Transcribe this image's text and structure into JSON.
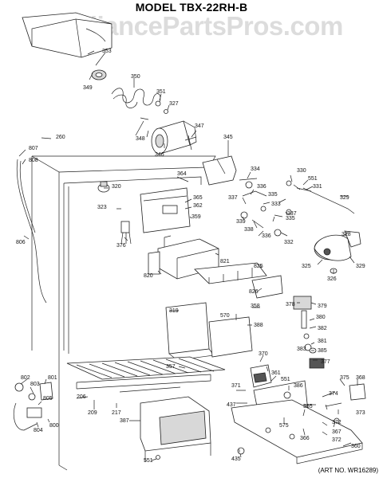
{
  "title": "MODEL TBX-22RH-B",
  "watermark": "AppliancePartsPros.com",
  "art_no": "(ART NO. WR16289)",
  "callouts": [
    {
      "id": "c353",
      "label": "353"
    },
    {
      "id": "c349",
      "label": "349"
    },
    {
      "id": "c350",
      "label": "350"
    },
    {
      "id": "c351a",
      "label": "351"
    },
    {
      "id": "c327",
      "label": "327"
    },
    {
      "id": "c347",
      "label": "347"
    },
    {
      "id": "c348",
      "label": "348"
    },
    {
      "id": "c346",
      "label": "346"
    },
    {
      "id": "c260",
      "label": "260"
    },
    {
      "id": "c807",
      "label": "807"
    },
    {
      "id": "c808",
      "label": "808"
    },
    {
      "id": "c345",
      "label": "345"
    },
    {
      "id": "c364",
      "label": "364"
    },
    {
      "id": "c320",
      "label": "320"
    },
    {
      "id": "c334",
      "label": "334"
    },
    {
      "id": "c330",
      "label": "330"
    },
    {
      "id": "c551a",
      "label": "551"
    },
    {
      "id": "c331",
      "label": "331"
    },
    {
      "id": "c336a",
      "label": "336"
    },
    {
      "id": "c337a",
      "label": "337"
    },
    {
      "id": "c335a",
      "label": "335"
    },
    {
      "id": "c329a",
      "label": "329"
    },
    {
      "id": "c365",
      "label": "365"
    },
    {
      "id": "c362",
      "label": "362"
    },
    {
      "id": "c323",
      "label": "323"
    },
    {
      "id": "c359",
      "label": "359"
    },
    {
      "id": "c333",
      "label": "333"
    },
    {
      "id": "c339",
      "label": "339"
    },
    {
      "id": "c338",
      "label": "338"
    },
    {
      "id": "c335b",
      "label": "335"
    },
    {
      "id": "c337b",
      "label": "337"
    },
    {
      "id": "c336b",
      "label": "336"
    },
    {
      "id": "c332",
      "label": "332"
    },
    {
      "id": "c328",
      "label": "328"
    },
    {
      "id": "c376",
      "label": "376"
    },
    {
      "id": "c806",
      "label": "806"
    },
    {
      "id": "c821",
      "label": "821"
    },
    {
      "id": "c825",
      "label": "825"
    },
    {
      "id": "c325",
      "label": "325"
    },
    {
      "id": "c329b",
      "label": "329"
    },
    {
      "id": "c820",
      "label": "820"
    },
    {
      "id": "c326",
      "label": "326"
    },
    {
      "id": "c826",
      "label": "826"
    },
    {
      "id": "c358",
      "label": "358"
    },
    {
      "id": "c378",
      "label": "378"
    },
    {
      "id": "c379",
      "label": "379"
    },
    {
      "id": "c319",
      "label": "319"
    },
    {
      "id": "c570",
      "label": "570"
    },
    {
      "id": "c380",
      "label": "380"
    },
    {
      "id": "c388",
      "label": "388"
    },
    {
      "id": "c382",
      "label": "382"
    },
    {
      "id": "c381",
      "label": "381"
    },
    {
      "id": "c383",
      "label": "383"
    },
    {
      "id": "c385",
      "label": "385"
    },
    {
      "id": "c370",
      "label": "370"
    },
    {
      "id": "c377",
      "label": "377"
    },
    {
      "id": "c357",
      "label": "357"
    },
    {
      "id": "c361",
      "label": "361"
    },
    {
      "id": "c802",
      "label": "802"
    },
    {
      "id": "c801",
      "label": "801"
    },
    {
      "id": "c551b",
      "label": "551"
    },
    {
      "id": "c803",
      "label": "803"
    },
    {
      "id": "c371",
      "label": "371"
    },
    {
      "id": "c386",
      "label": "386"
    },
    {
      "id": "c375",
      "label": "375"
    },
    {
      "id": "c368",
      "label": "368"
    },
    {
      "id": "c805",
      "label": "805"
    },
    {
      "id": "c206",
      "label": "206"
    },
    {
      "id": "c374",
      "label": "374"
    },
    {
      "id": "c373",
      "label": "373"
    },
    {
      "id": "c209",
      "label": "209"
    },
    {
      "id": "c217",
      "label": "217"
    },
    {
      "id": "c437",
      "label": "437"
    },
    {
      "id": "c365b",
      "label": "365"
    },
    {
      "id": "c804",
      "label": "804"
    },
    {
      "id": "c800",
      "label": "800"
    },
    {
      "id": "c387",
      "label": "387"
    },
    {
      "id": "c575",
      "label": "575"
    },
    {
      "id": "c366",
      "label": "366"
    },
    {
      "id": "c372a",
      "label": "372"
    },
    {
      "id": "c367",
      "label": "367"
    },
    {
      "id": "c372b",
      "label": "372"
    },
    {
      "id": "c435",
      "label": "435"
    },
    {
      "id": "c360",
      "label": "360"
    },
    {
      "id": "c551c",
      "label": "551"
    }
  ]
}
